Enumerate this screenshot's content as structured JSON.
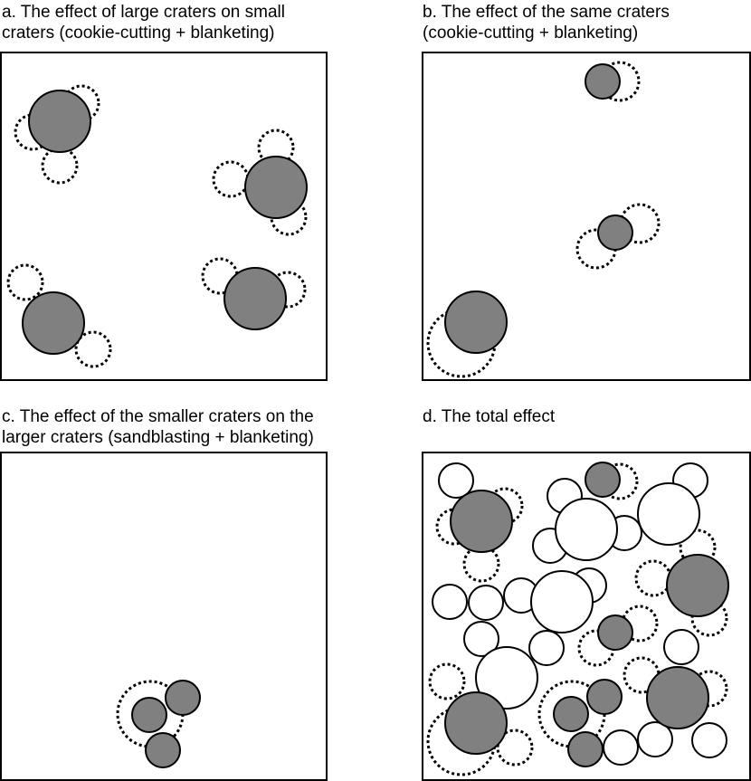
{
  "panels": {
    "a": {
      "caption": "a. The effect of large craters on small\n craters (cookie-cutting + blanketing)",
      "frame_color": "#000000",
      "crater_fill": "#808080"
    },
    "b": {
      "caption": "b. The effect of the same craters\n(cookie-cutting + blanketing)",
      "frame_color": "#000000",
      "crater_fill": "#808080"
    },
    "c": {
      "caption": "c. The effect of the smaller craters on the\nlarger craters (sandblasting + blanketing)",
      "frame_color": "#000000",
      "crater_fill": "#808080"
    },
    "d": {
      "caption": "d. The total effect",
      "frame_color": "#000000",
      "crater_fill": "#808080",
      "fresh_crater_fill": "#ffffff"
    }
  }
}
